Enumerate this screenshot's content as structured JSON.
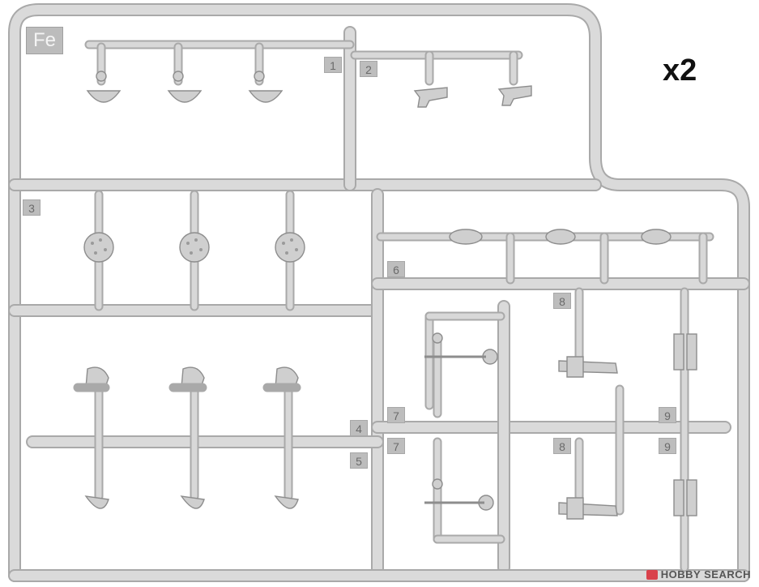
{
  "sprue": {
    "code": "Fe",
    "quantity": "x2",
    "part_numbers": [
      "1",
      "2",
      "3",
      "4",
      "5",
      "6",
      "7",
      "7",
      "8",
      "8",
      "9",
      "9"
    ]
  },
  "watermark": {
    "text": "HOBBY SEARCH",
    "logo_color": "#d9414b"
  },
  "colors": {
    "plastic": "#d6d6d6",
    "plastic_edge": "#a9a9a9",
    "label_bg": "#bdbdbd"
  }
}
